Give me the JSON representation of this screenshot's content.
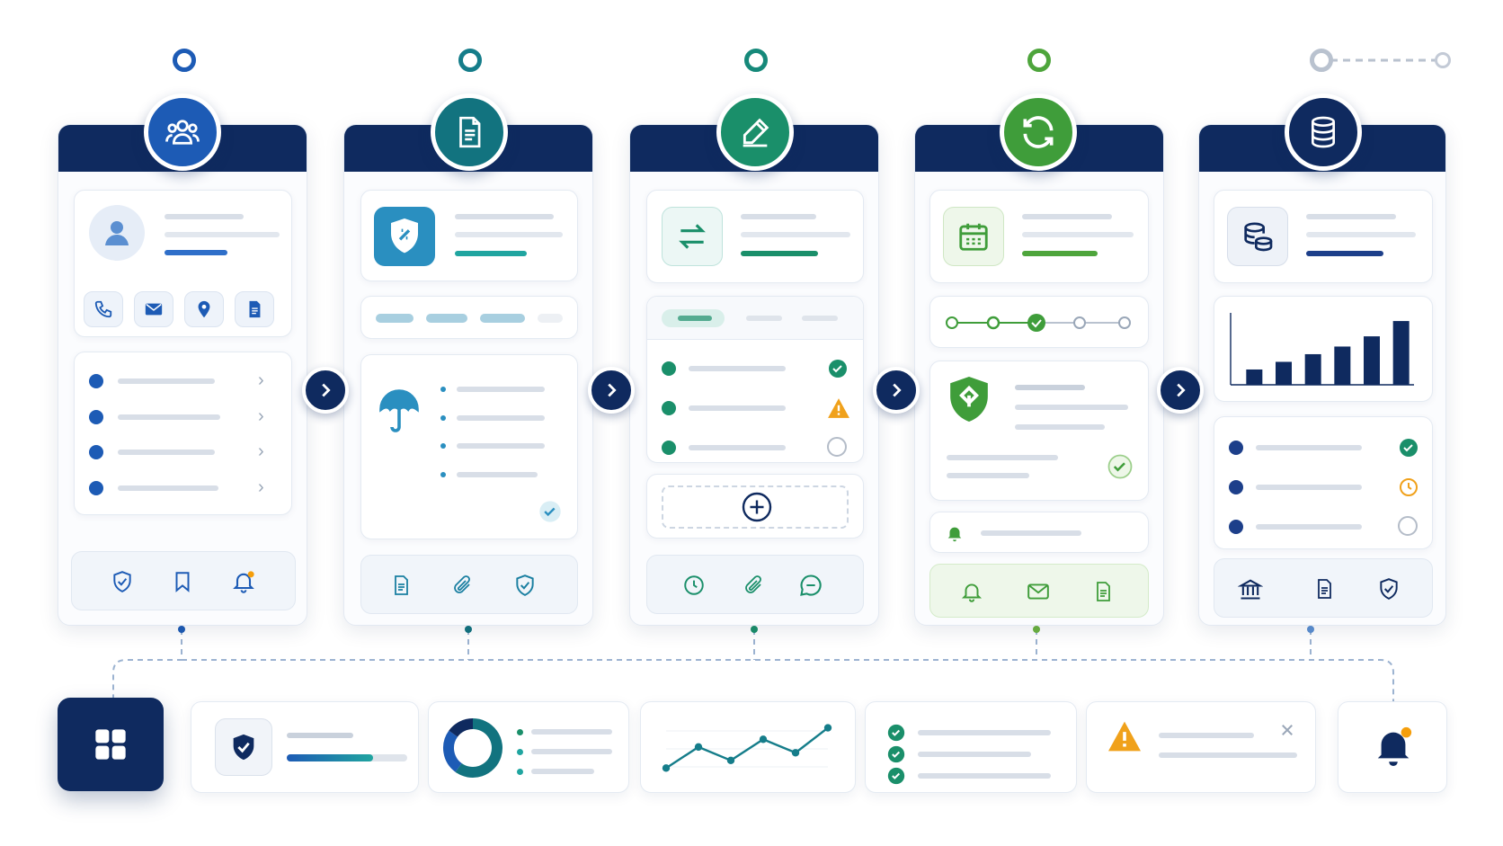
{
  "stages": [
    {
      "id": "people",
      "icon": "users-icon",
      "color": "#1d5bb5"
    },
    {
      "id": "document",
      "icon": "document-icon",
      "color": "#12737f"
    },
    {
      "id": "edit",
      "icon": "pencil-icon",
      "color": "#1a8f6a"
    },
    {
      "id": "sync",
      "icon": "refresh-icon",
      "color": "#3f9d3a"
    },
    {
      "id": "finance",
      "icon": "database-icon",
      "color": "#0f2a5f"
    }
  ],
  "colors": {
    "navy": "#0f2a5f",
    "blue": "#1d5bb5",
    "teal": "#12737f",
    "green": "#1a8f6a",
    "lime": "#3f9d3a",
    "warning": "#f0a11b",
    "notification": "#f59e0b",
    "gray": "#c9d1dc"
  },
  "chart_data": [
    {
      "type": "bar",
      "values": [
        12,
        18,
        24,
        30,
        38,
        50
      ],
      "ylim": [
        0,
        55
      ]
    },
    {
      "type": "line",
      "values": [
        10,
        32,
        18,
        40,
        26,
        52
      ],
      "ylim": [
        0,
        60
      ]
    },
    {
      "type": "pie",
      "values": [
        60,
        25,
        15
      ],
      "colors": [
        "#12737f",
        "#1d5bb5",
        "#0f2a5f"
      ]
    }
  ]
}
